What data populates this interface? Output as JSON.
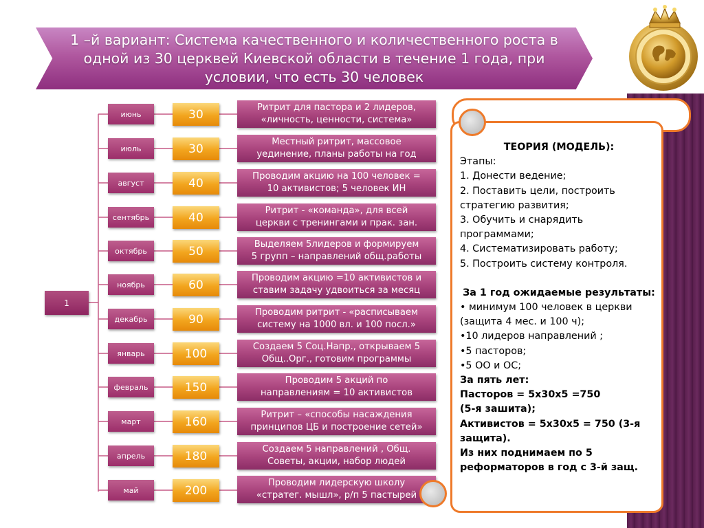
{
  "title": "1 –й вариант: Система качественного и количественного роста в одной из 30 церквей Киевской области  в течение 1 года, при условии, что есть 30 человек",
  "root_label": "1",
  "rows": [
    {
      "month": "июнь",
      "count": "30",
      "activity": "Ритрит для пастора и 2 лидеров,\n«личность, ценности, система»"
    },
    {
      "month": "июль",
      "count": "30",
      "activity": "Местный ритрит, массовое\nуединение, планы работы на год"
    },
    {
      "month": "август",
      "count": "40",
      "activity": "Проводим акцию на 100 человек =\n10 активистов; 5 человек ИН"
    },
    {
      "month": "сентябрь",
      "count": "40",
      "activity": "Ритрит  - «команда», для всей\nцеркви с тренингами и прак. зан."
    },
    {
      "month": "октябрь",
      "count": "50",
      "activity": "Выделяем 5лидеров и формируем\n5 групп – направлений общ.работы"
    },
    {
      "month": "ноябрь",
      "count": "60",
      "activity": "Проводим акцию =10 активистов и\nставим задачу удвоиться за месяц"
    },
    {
      "month": "декабрь",
      "count": "90",
      "activity": "Проводим ритрит - «расписываем\nсистему на 1000 вл. и 100 посл.»"
    },
    {
      "month": "январь",
      "count": "100",
      "activity": "Создаем 5 Соц.Напр., открываем 5\nОбщ..Орг., готовим программы"
    },
    {
      "month": "февраль",
      "count": "150",
      "activity": "Проводим 5 акций по\nнаправлениям = 10 активистов"
    },
    {
      "month": "март",
      "count": "160",
      "activity": "Ритрит – «способы насаждения\nпринципов ЦБ и построение сетей»"
    },
    {
      "month": "апрель",
      "count": "180",
      "activity": "Создаем 5 направлений , Общ.\nСоветы, акции, набор людей"
    },
    {
      "month": "май",
      "count": "200",
      "activity": "Проводим  лидерскую школу\n«стратег. мышл», р/п 5 пастырей"
    }
  ],
  "theory": {
    "heading": "ТЕОРИЯ (МОДЕЛЬ):",
    "stages_label": "Этапы:",
    "stages": [
      "1. Донести ведение;",
      "2. Поставить цели, построить стратегию развития;",
      "3. Обучить и снарядить программами;",
      "4. Систематизировать работу;",
      "5. Построить систему контроля."
    ],
    "results_heading": "За 1 год ожидаемые результаты:",
    "results": [
      "• минимум 100 человек в церкви (защита 4 мес. и 100 ч);",
      "•10 лидеров направлений ;",
      "•5 пасторов;",
      "•5 ОО и ОС;"
    ],
    "five_years_label": "За пять лет:",
    "pastors_formula": "Пасторов = 5х30х5 =750",
    "pastors_note": "(5-я зашита);",
    "activists_formula": "Активистов = 5х30х5 = 750 (3-я защита).",
    "reformers": "Из них поднимаем по 5 реформаторов в год с 3-й защ."
  },
  "colors": {
    "banner": "#a9509a",
    "month_box": "#a8376f",
    "number_box": "#f2a51e",
    "activity_box": "#a8437c",
    "scroll_border": "#ee7a2a",
    "stripe": "#5a1f4e"
  },
  "icons": {
    "logo": "golden-globe-crown-logo"
  }
}
